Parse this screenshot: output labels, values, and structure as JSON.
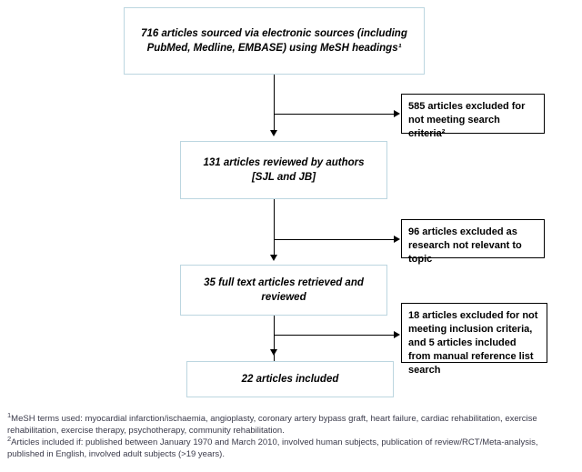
{
  "diagram": {
    "title": "PRISMA-style article selection flow diagram",
    "colors": {
      "main_box_border": "#bcd6e0",
      "side_box_border": "#000000",
      "connector": "#000000",
      "text": "#000000",
      "footnote_text": "#3a3a4a",
      "background": "#ffffff"
    },
    "main_boxes": [
      {
        "id": "sourced",
        "text": "716 articles sourced via electronic sources (including PubMed, Medline, EMBASE) using MeSH headings¹",
        "count": 716
      },
      {
        "id": "reviewed",
        "text": "131 articles  reviewed by authors\n[SJL and JB]",
        "count": 131
      },
      {
        "id": "fulltext",
        "text": "35 full text articles retrieved and reviewed",
        "count": 35
      },
      {
        "id": "included",
        "text": "22 articles included",
        "count": 22
      }
    ],
    "side_boxes": [
      {
        "id": "excluded-1",
        "text": "585 articles excluded for not meeting search criteria²",
        "count": 585
      },
      {
        "id": "excluded-2",
        "text": "96 articles excluded as research not relevant to topic",
        "count": 96
      },
      {
        "id": "excluded-3",
        "text": "18 articles excluded for not meeting inclusion criteria, and 5 articles included from manual reference list search",
        "count": 18
      }
    ],
    "footnotes": [
      {
        "marker": "1",
        "text": "MeSH terms used: myocardial infarction/ischaemia, angioplasty, coronary artery bypass graft, heart failure, cardiac rehabilitation, exercise rehabilitation, exercise therapy, psychotherapy, community rehabilitation."
      },
      {
        "marker": "2",
        "text": "Articles included if: published between January 1970 and March 2010, involved human subjects, publication of review/RCT/Meta-analysis, published in English, involved adult subjects (>19 years)."
      }
    ]
  }
}
